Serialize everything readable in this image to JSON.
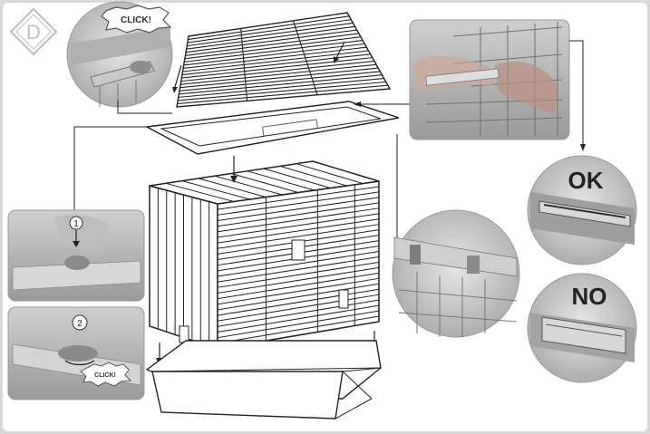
{
  "step_badge": "D",
  "click_top": "CLICK!",
  "click_bottom": "CLICK!",
  "step_one": "1",
  "step_two": "2",
  "ok_label": "OK",
  "no_label": "NO",
  "colors": {
    "background": "#d9d9d9",
    "panel": "#ffffff",
    "line": "#1a1a1a",
    "photo_gray": "#bdbdbd"
  }
}
